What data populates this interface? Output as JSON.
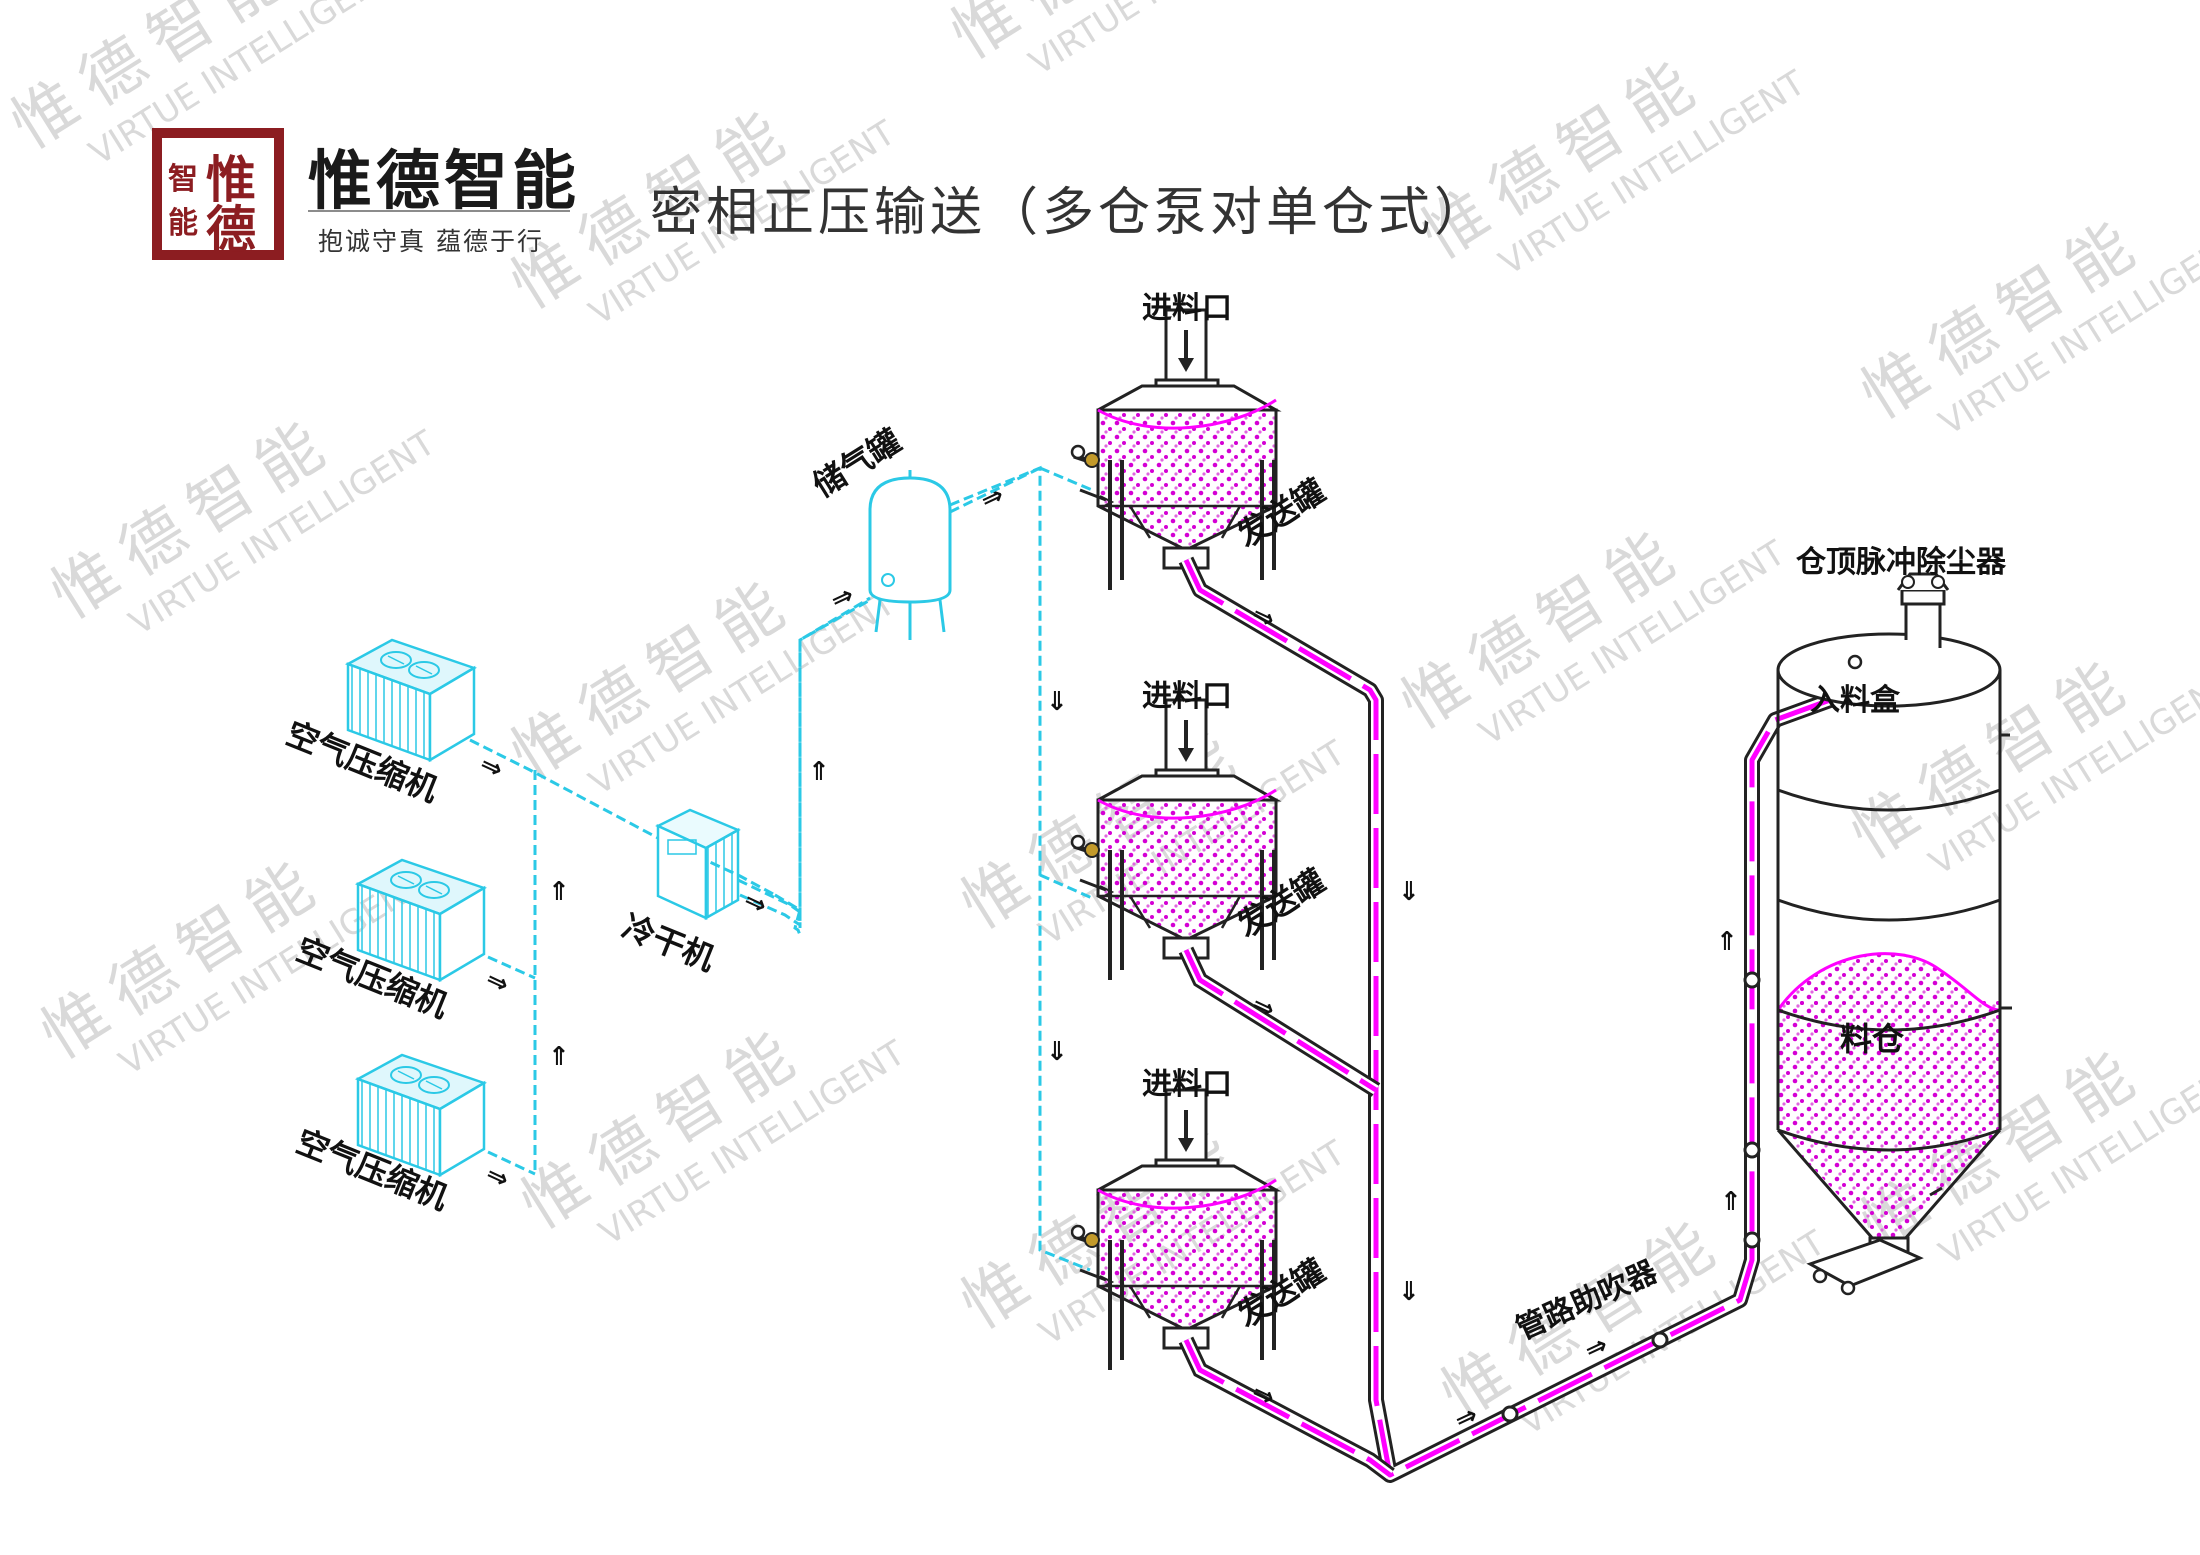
{
  "brand": {
    "seal_chars": [
      "智",
      "惟",
      "能",
      "德"
    ],
    "name": "惟德智能",
    "slogan": "抱诚守真    蕴德于行",
    "watermark_cn": "惟德智能",
    "watermark_en": "VIRTUE INTELLIGENT"
  },
  "title": "密相正压输送（多仓泵对单仓式）",
  "labels": {
    "compressor": "空气压缩机",
    "dryer": "冷干机",
    "gas_tank": "储气罐",
    "inlet": "进料口",
    "send_tank": "发送罐",
    "booster": "管路助吹器",
    "dust_collector": "仓顶脉冲除尘器",
    "feed_box": "入料盒",
    "silo": "料仓"
  },
  "colors": {
    "air_line": "#2bc9e6",
    "material_line": "#ff00ff",
    "material_dots": "#d400d4",
    "brand_red": "#8c1d21",
    "watermark": "#d9d9d9"
  }
}
